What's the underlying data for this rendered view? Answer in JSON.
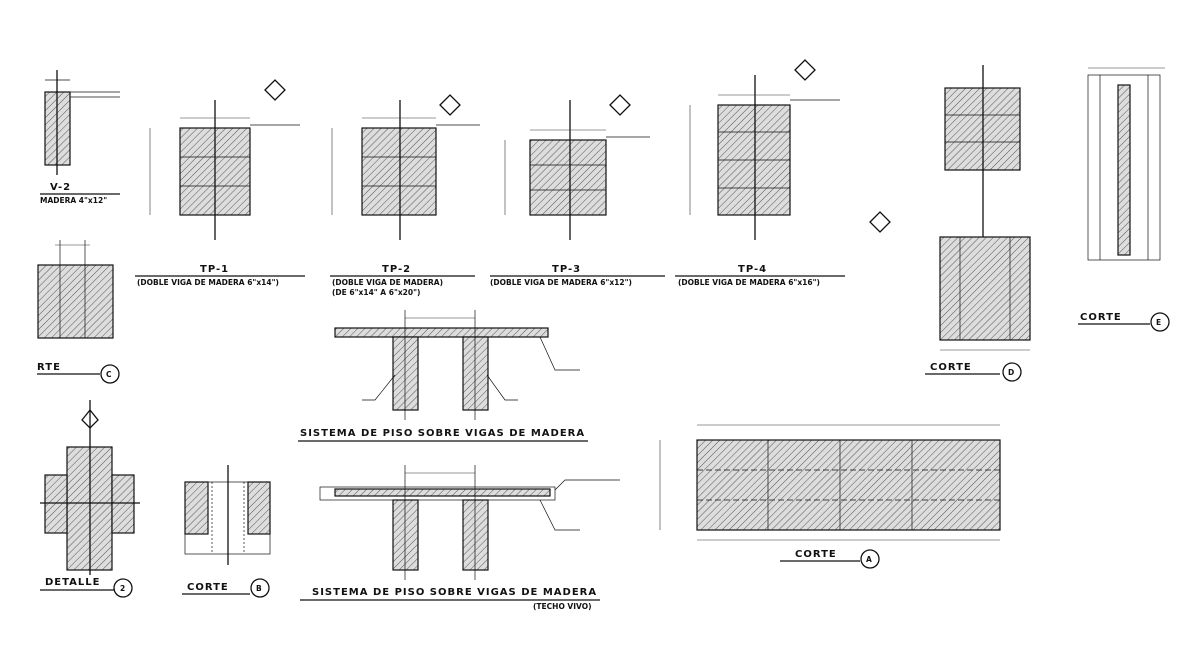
{
  "v2": {
    "title": "V-2",
    "subtitle": "MADERA 4\"x12\""
  },
  "corte_c": {
    "title": "RTE",
    "marker": "C"
  },
  "tp1": {
    "title": "TP-1",
    "subtitle": "(DOBLE VIGA DE MADERA 6\"x14\")"
  },
  "tp2": {
    "title": "TP-2",
    "subtitle": "(DOBLE VIGA DE MADERA)",
    "subtitle2": "(DE 6\"x14\" A 6\"x20\")"
  },
  "tp3": {
    "title": "TP-3",
    "subtitle": "(DOBLE VIGA DE MADERA 6\"x12\")"
  },
  "tp4": {
    "title": "TP-4",
    "subtitle": "(DOBLE VIGA DE MADERA 6\"x16\")"
  },
  "corte_d": {
    "title": "CORTE",
    "marker": "D"
  },
  "corte_e": {
    "title": "CORTE",
    "marker": "E"
  },
  "sistema1": {
    "title": "SISTEMA DE PISO SOBRE VIGAS DE MADERA"
  },
  "sistema2": {
    "title": "SISTEMA DE PISO SOBRE VIGAS DE MADERA",
    "note": "(TECHO VIVO)"
  },
  "corte_a": {
    "title": "CORTE",
    "marker": "A"
  },
  "detalle2": {
    "title": "DETALLE",
    "marker": "2"
  },
  "corte_b": {
    "title": "CORTE",
    "marker": "B"
  }
}
